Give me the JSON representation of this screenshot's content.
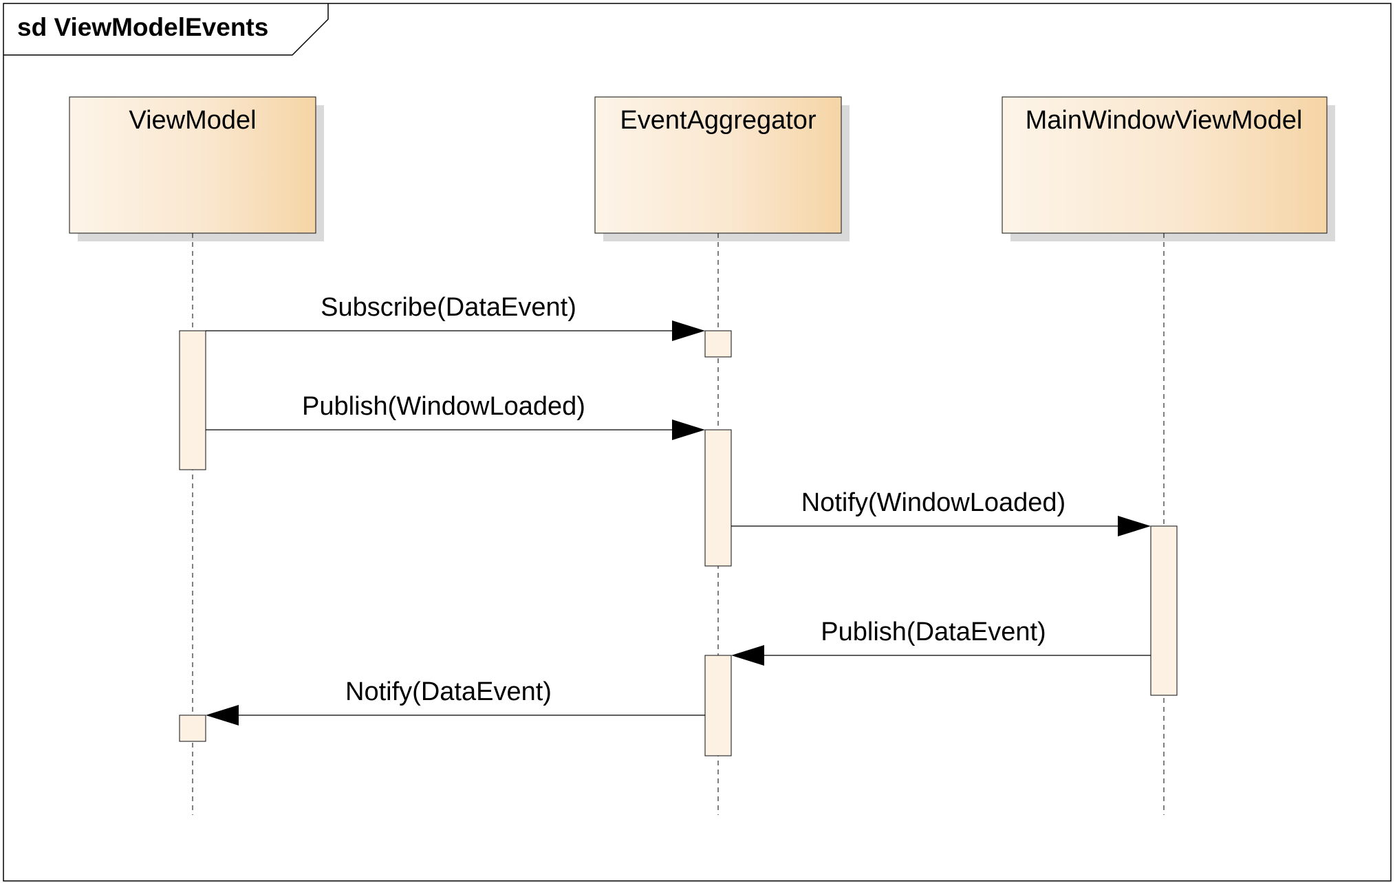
{
  "frame": {
    "title": "sd ViewModelEvents"
  },
  "lifelines": [
    {
      "id": "vm",
      "name": "ViewModel"
    },
    {
      "id": "ea",
      "name": "EventAggregator"
    },
    {
      "id": "mw",
      "name": "MainWindowViewModel"
    }
  ],
  "messages": [
    {
      "id": "subscribe",
      "from": "vm",
      "to": "ea",
      "label": "Subscribe(DataEvent)"
    },
    {
      "id": "publish-windowloaded",
      "from": "vm",
      "to": "ea",
      "label": "Publish(WindowLoaded)"
    },
    {
      "id": "notify-windowloaded",
      "from": "ea",
      "to": "mw",
      "label": "Notify(WindowLoaded)"
    },
    {
      "id": "publish-dataevent",
      "from": "mw",
      "to": "ea",
      "label": "Publish(DataEvent)"
    },
    {
      "id": "notify-dataevent",
      "from": "ea",
      "to": "vm",
      "label": "Notify(DataEvent)"
    }
  ],
  "colors": {
    "box_light": "#fdf4e8",
    "box_dark": "#f5d5a6",
    "shadow": "#d9d9d9",
    "activation": "#fcf1e3",
    "line": "#000000"
  }
}
